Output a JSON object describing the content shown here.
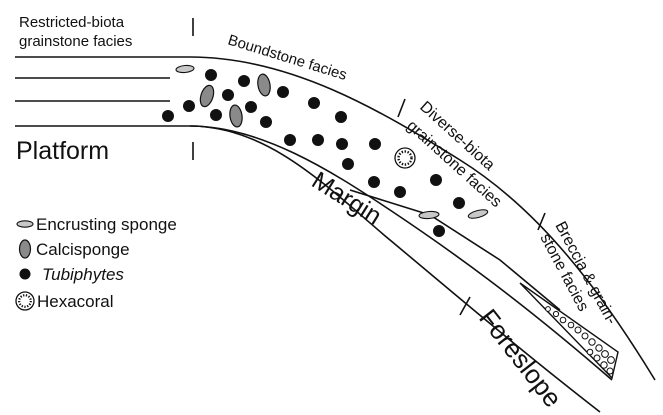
{
  "colors": {
    "ink": "#111111",
    "background": "#ffffff",
    "sponge_fill": "#c8c8c8",
    "calcisponge_fill": "#8a8a8a"
  },
  "facies": {
    "restricted_line1": "Restricted-biota",
    "restricted_line2": "grainstone facies",
    "boundstone": "Boundstone facies",
    "diverse_line1": "Diverse-biota",
    "diverse_line2": "grainstone facies",
    "breccia_line1": "Breccia & grain-",
    "breccia_line2": "stone facies"
  },
  "zones": {
    "platform": "Platform",
    "margin": "Margin",
    "foreslope": "Foreslope"
  },
  "legend": {
    "encrusting_sponge": "Encrusting sponge",
    "calcisponge": "Calcisponge",
    "tubiphytes": "Tubiphytes",
    "hexacoral": "Hexacoral"
  },
  "symbols": {
    "encrusting_sponge": "encrusting-sponge-icon",
    "calcisponge": "calcisponge-icon",
    "tubiphytes": "tubiphytes-icon",
    "hexacoral": "hexacoral-icon"
  }
}
